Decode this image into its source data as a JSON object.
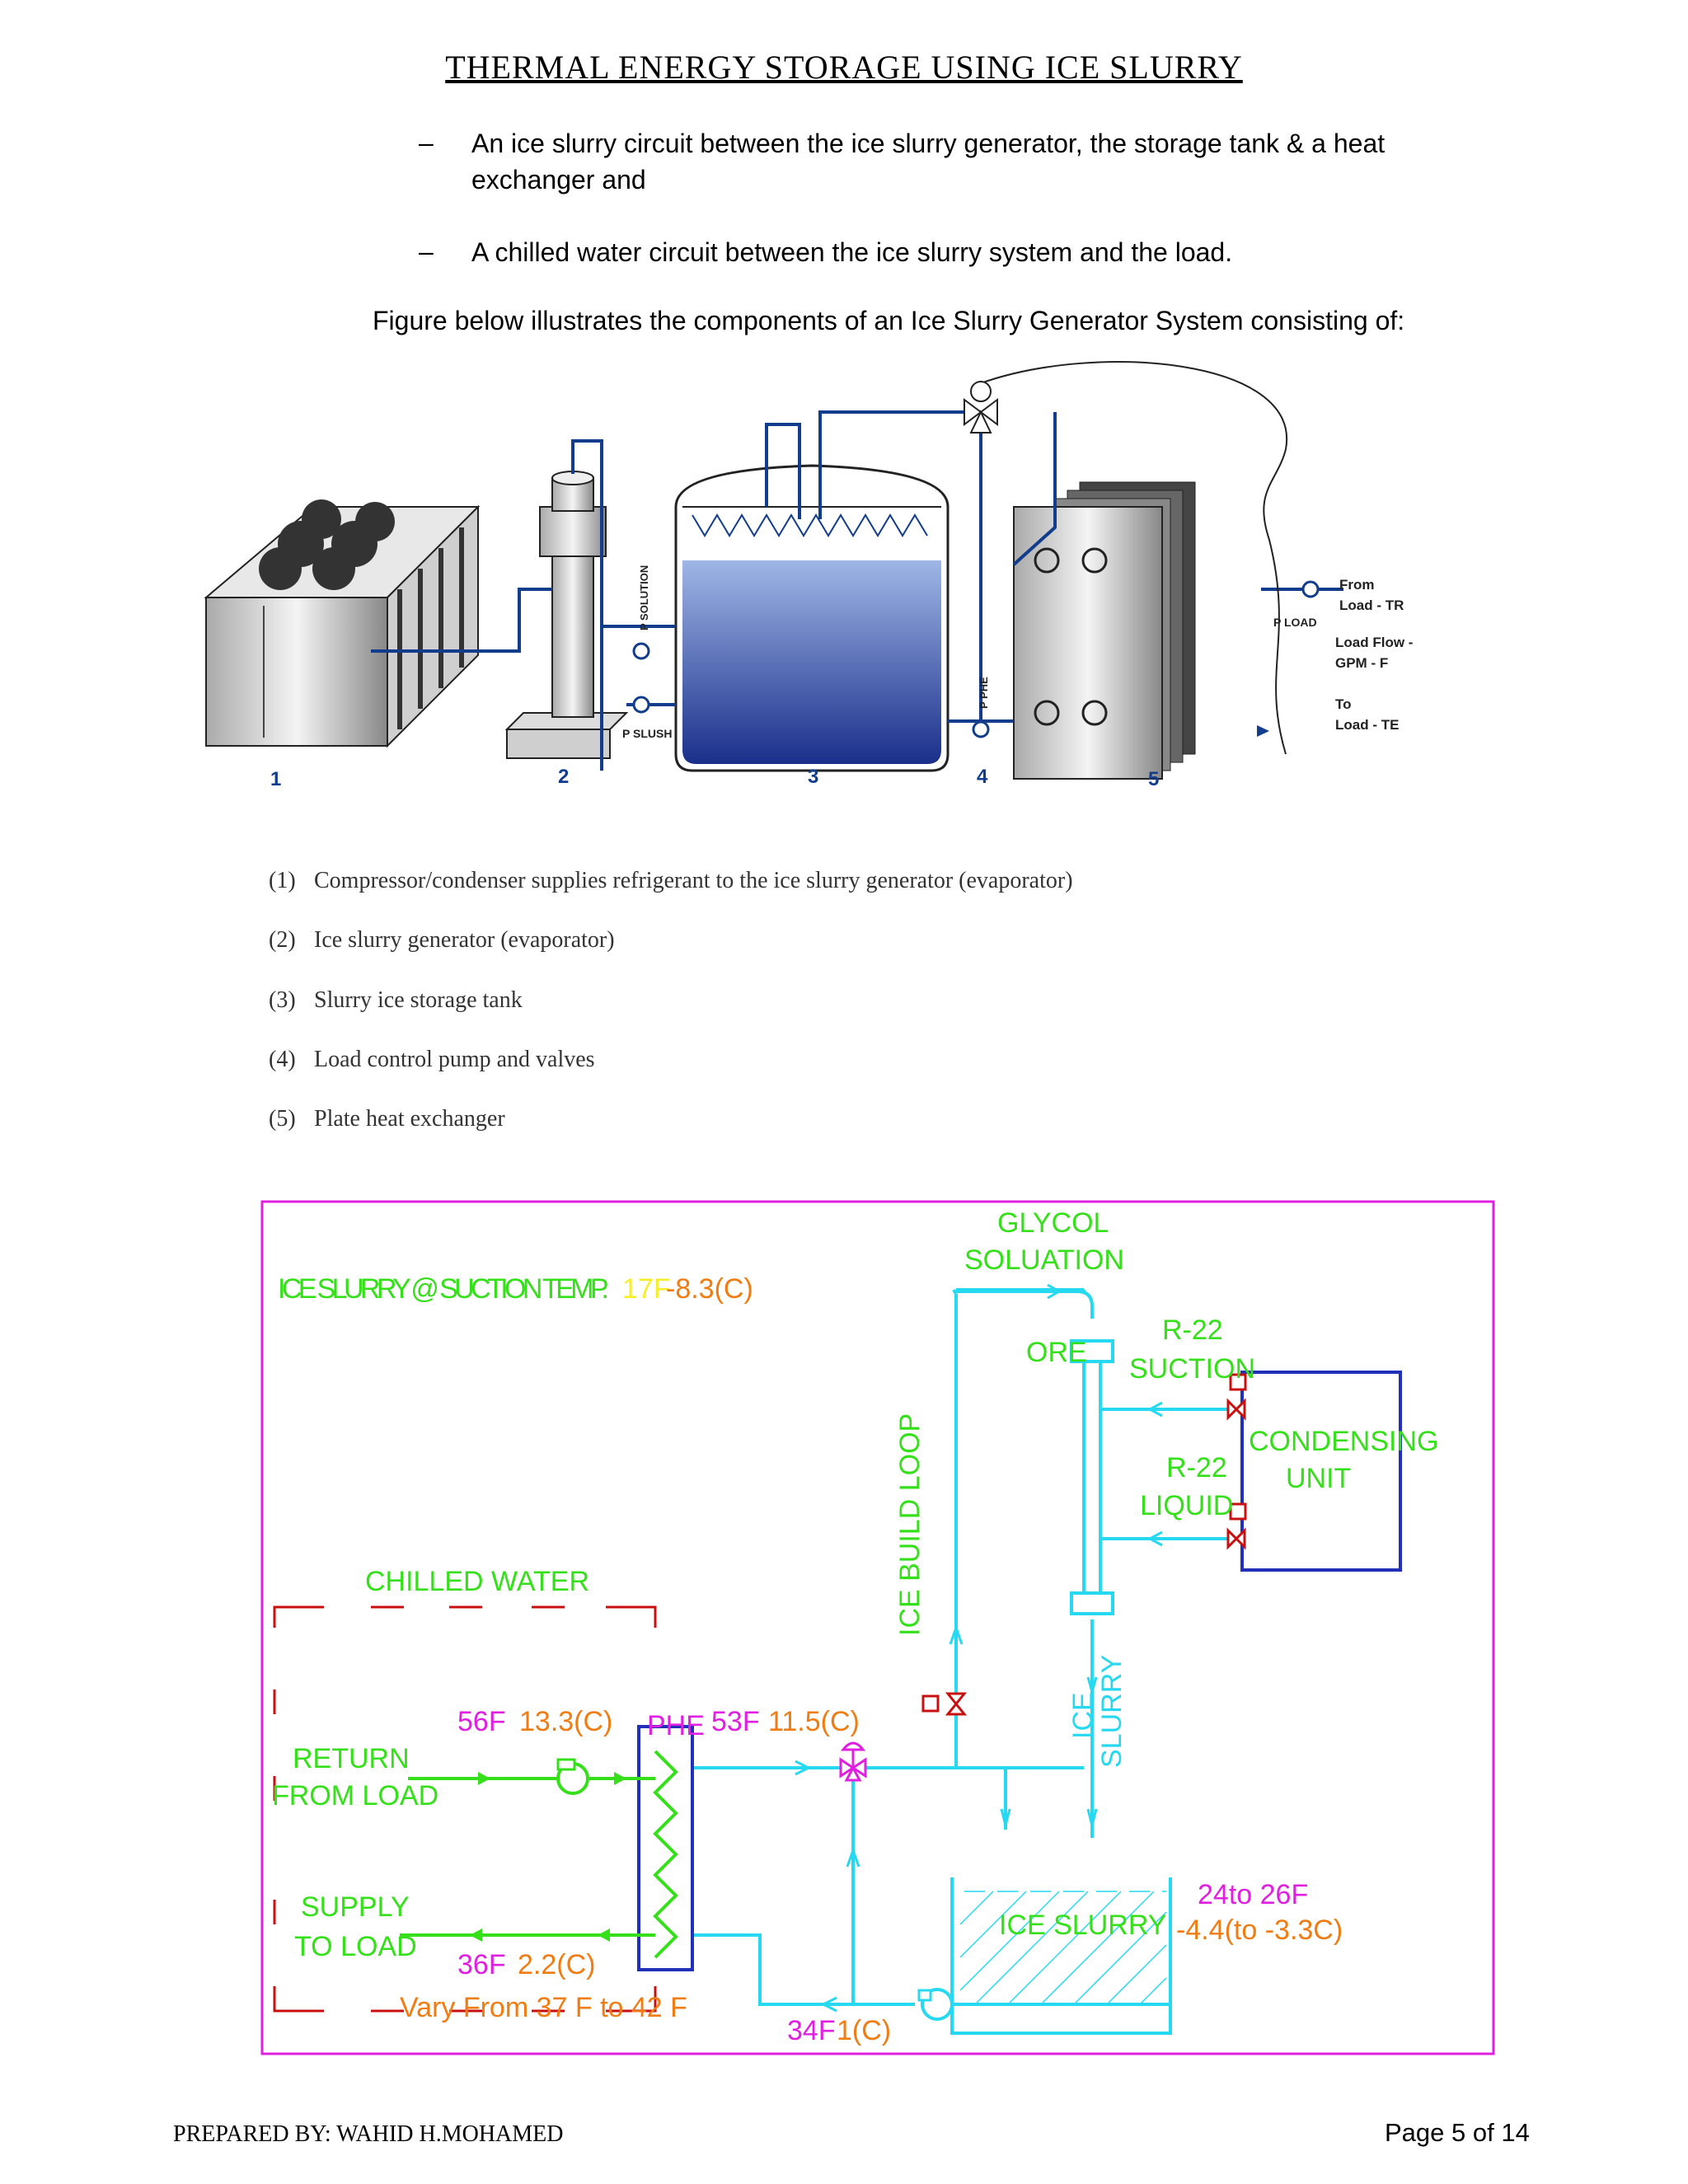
{
  "title": "THERMAL ENERGY STORAGE USING ICE SLURRY",
  "bullets": [
    {
      "dash": "–",
      "line1": "An ice slurry circuit between the ice slurry generator, the storage tank & a heat",
      "line2": "exchanger and"
    },
    {
      "dash": "–",
      "line1": "A chilled water circuit between the ice slurry system and the load.",
      "line2": ""
    }
  ],
  "intro": "Figure below illustrates the components of an Ice Slurry Generator System consisting of:",
  "figure1": {
    "labels": {
      "from_load": "From",
      "from_load2": "Load - TR",
      "load_flow": "Load Flow -",
      "load_flow2": "GPM - F",
      "to_load": "To",
      "to_load2": "Load - TE",
      "p_load": "P LOAD",
      "p_solution": "P SOLUTION",
      "p_slush": "P SLUSH",
      "p_phe": "P PHE"
    },
    "numbers": [
      "1",
      "2",
      "3",
      "4",
      "5"
    ]
  },
  "captions": [
    {
      "num": "(1)",
      "text": "Compressor/condenser supplies refrigerant to the ice slurry generator (evaporator)"
    },
    {
      "num": "(2)",
      "text": "Ice slurry generator (evaporator)"
    },
    {
      "num": "(3)",
      "text": "Slurry ice storage tank"
    },
    {
      "num": "(4)",
      "text": "Load control pump and valves"
    },
    {
      "num": "(5)",
      "text": "Plate heat exchanger"
    }
  ],
  "figure2": {
    "ice_slurry_suction": "ICE SLURRY @ SUCTION TEMP.",
    "suction_f": "17F",
    "suction_c": "-8.3(C)",
    "glycol1": "GLYCOL",
    "glycol2": "SOLUATION",
    "ore": "ORE",
    "r22_suction1": "R-22",
    "r22_suction2": "SUCTION",
    "r22_liquid1": "R-22",
    "r22_liquid2": "LIQUID",
    "condensing1": "CONDENSING",
    "condensing2": "UNIT",
    "ice_build_loop": "ICE BUILD LOOP",
    "chilled_water": "CHILLED WATER",
    "ice_slurry_vert1": "ICE",
    "ice_slurry_vert2": "SLURRY",
    "t56f": "56F",
    "t133c": "13.3(C)",
    "phe": "PHE",
    "t53f": "53F",
    "t115c": "11.5(C)",
    "return1": "RETURN",
    "return2": "FROM LOAD",
    "supply1": "SUPPLY",
    "supply2": "TO LOAD",
    "t36f": "36F",
    "t22c": "2.2(C)",
    "vary": "Vary From 37 F to 42 F",
    "t34f": "34F",
    "t1c": "1(C)",
    "ice_slurry_tank": "ICE SLURRY",
    "t2426f": "24to  26F",
    "t44c": "-4.4(to -3.3C)"
  },
  "footer": {
    "prepared": "PREPARED BY: WAHID H.MOHAMED",
    "page": "Page 5 of 14"
  },
  "colors": {
    "cyan": "#27d9f0",
    "green": "#35e01a",
    "blue": "#2030b8",
    "magenta": "#e020e0",
    "orange": "#f07c14",
    "navy": "#123c8c"
  }
}
